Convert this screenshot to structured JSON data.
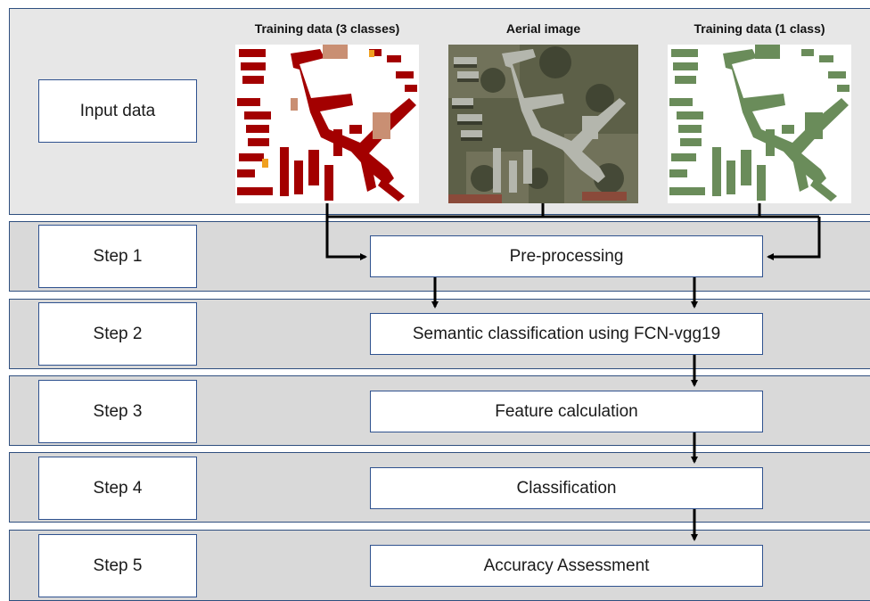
{
  "rows": {
    "input": {
      "label": "Input data"
    },
    "step1": {
      "label": "Step 1",
      "process": "Pre-processing"
    },
    "step2": {
      "label": "Step 2",
      "process": "Semantic classification using FCN-vgg19"
    },
    "step3": {
      "label": "Step 3",
      "process": "Feature calculation"
    },
    "step4": {
      "label": "Step 4",
      "process": "Classification"
    },
    "step5": {
      "label": "Step 5",
      "process": "Accuracy Assessment"
    }
  },
  "inputs": {
    "training3": {
      "title": "Training data (3 classes)"
    },
    "aerial": {
      "title": "Aerial image"
    },
    "training1": {
      "title": "Training data (1 class)"
    }
  },
  "colors": {
    "building_red": "#a30000",
    "building_tan": "#c98f73",
    "building_orange": "#f0a020",
    "building_green": "#6a8c5a",
    "aerial_base": "#5d6048"
  }
}
